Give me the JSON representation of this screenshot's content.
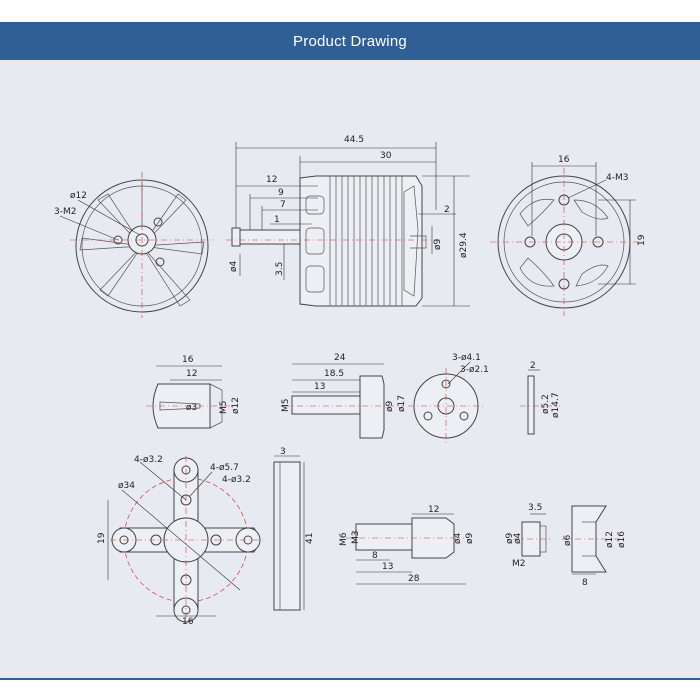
{
  "header": {
    "title": "Product Drawing"
  },
  "colors": {
    "header_bg": "#2f5f95",
    "canvas_bg": "#e7ebf1",
    "centerline": "#e0303a"
  },
  "front_view": {
    "labels": [
      "ø12",
      "3-M2"
    ]
  },
  "side_view": {
    "labels": [
      "44.5",
      "30",
      "12",
      "9",
      "7",
      "1",
      "2",
      "ø9",
      "ø29.4",
      "ø4",
      "3.5"
    ]
  },
  "back_view": {
    "labels": [
      "16",
      "4-M3",
      "19"
    ]
  },
  "prop_nut": {
    "labels": [
      "16",
      "12",
      "ø3",
      "M5",
      "ø12"
    ]
  },
  "prop_adapter": {
    "labels": [
      "24",
      "18.5",
      "13",
      "M5",
      "ø9",
      "ø17"
    ]
  },
  "adapter_front": {
    "labels": [
      "3-ø4.1",
      "3-ø2.1"
    ]
  },
  "washer": {
    "labels": [
      "2",
      "ø5.2",
      "ø14.7"
    ]
  },
  "mount": {
    "labels": [
      "4-ø3.2",
      "4-ø5.7",
      "4-ø3.2",
      "ø34",
      "19",
      "16"
    ]
  },
  "mount_side": {
    "labels": [
      "3",
      "41"
    ]
  },
  "shaft_adapter": {
    "labels": [
      "12",
      "M6",
      "M3",
      "ø4",
      "ø9",
      "8",
      "13",
      "28"
    ]
  },
  "collar": {
    "labels": [
      "3.5",
      "ø9",
      "ø4",
      "M2"
    ]
  },
  "bell_nut": {
    "labels": [
      "ø6",
      "ø12",
      "ø16",
      "8"
    ]
  }
}
